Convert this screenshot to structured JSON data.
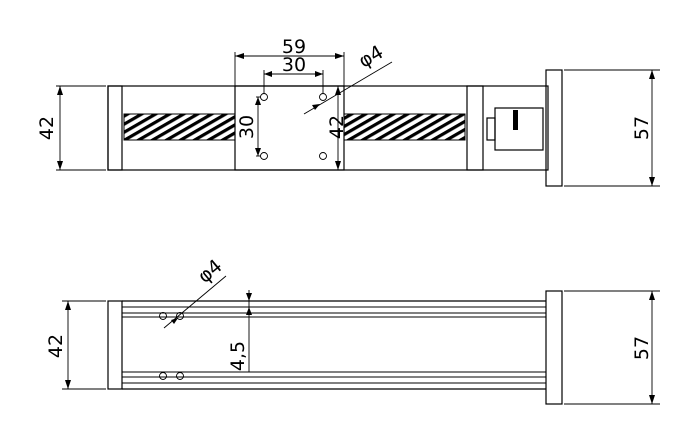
{
  "top_view": {
    "dims": {
      "left_height": "42",
      "carriage_width": "59",
      "hole_spacing_x": "30",
      "hole_spacing_y": "30",
      "carriage_height": "42",
      "hole_diameter": "φ4",
      "motor_flange_height": "57"
    }
  },
  "side_view": {
    "dims": {
      "left_height": "42",
      "rail_offset": "4,5",
      "hole_diameter": "φ4",
      "motor_flange_height": "57"
    }
  }
}
